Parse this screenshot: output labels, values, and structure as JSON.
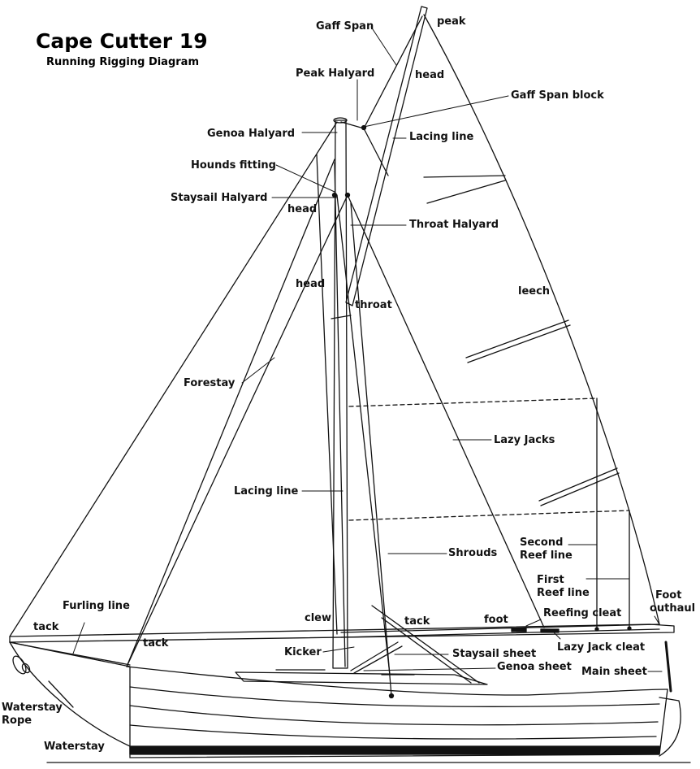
{
  "title": "Cape Cutter 19",
  "subtitle": "Running Rigging Diagram",
  "labels": {
    "gaff_span": "Gaff Span",
    "peak": "peak",
    "peak_halyard": "Peak Halyard",
    "head_main": "head",
    "gaff_span_block": "Gaff Span block",
    "genoa_halyard": "Genoa Halyard",
    "lacing_line_gaff": "Lacing line",
    "hounds_fitting": "Hounds fitting",
    "staysail_halyard": "Staysail Halyard",
    "head_genoa": "head",
    "throat_halyard": "Throat Halyard",
    "head_staysail": "head",
    "throat": "throat",
    "leech": "leech",
    "forestay": "Forestay",
    "lazy_jacks": "Lazy Jacks",
    "lacing_line_mast": "Lacing line",
    "shrouds": "Shrouds",
    "second_reef_line_1": "Second",
    "second_reef_line_2": "Reef line",
    "first_reef_line_1": "First",
    "first_reef_line_2": "Reef line",
    "foot_outhaul_1": "Foot",
    "foot_outhaul_2": "outhaul",
    "furling_line": "Furling line",
    "clew": "clew",
    "tack_staysail": "tack",
    "foot": "foot",
    "reefing_cleat": "Reefing cleat",
    "tack_genoa": "tack",
    "tack_jib": "tack",
    "lazy_jack_cleat": "Lazy Jack cleat",
    "kicker": "Kicker",
    "staysail_sheet": "Staysail sheet",
    "genoa_sheet": "Genoa sheet",
    "main_sheet": "Main sheet",
    "waterstay_rope_1": "Waterstay",
    "waterstay_rope_2": "Rope",
    "waterstay": "Waterstay"
  }
}
